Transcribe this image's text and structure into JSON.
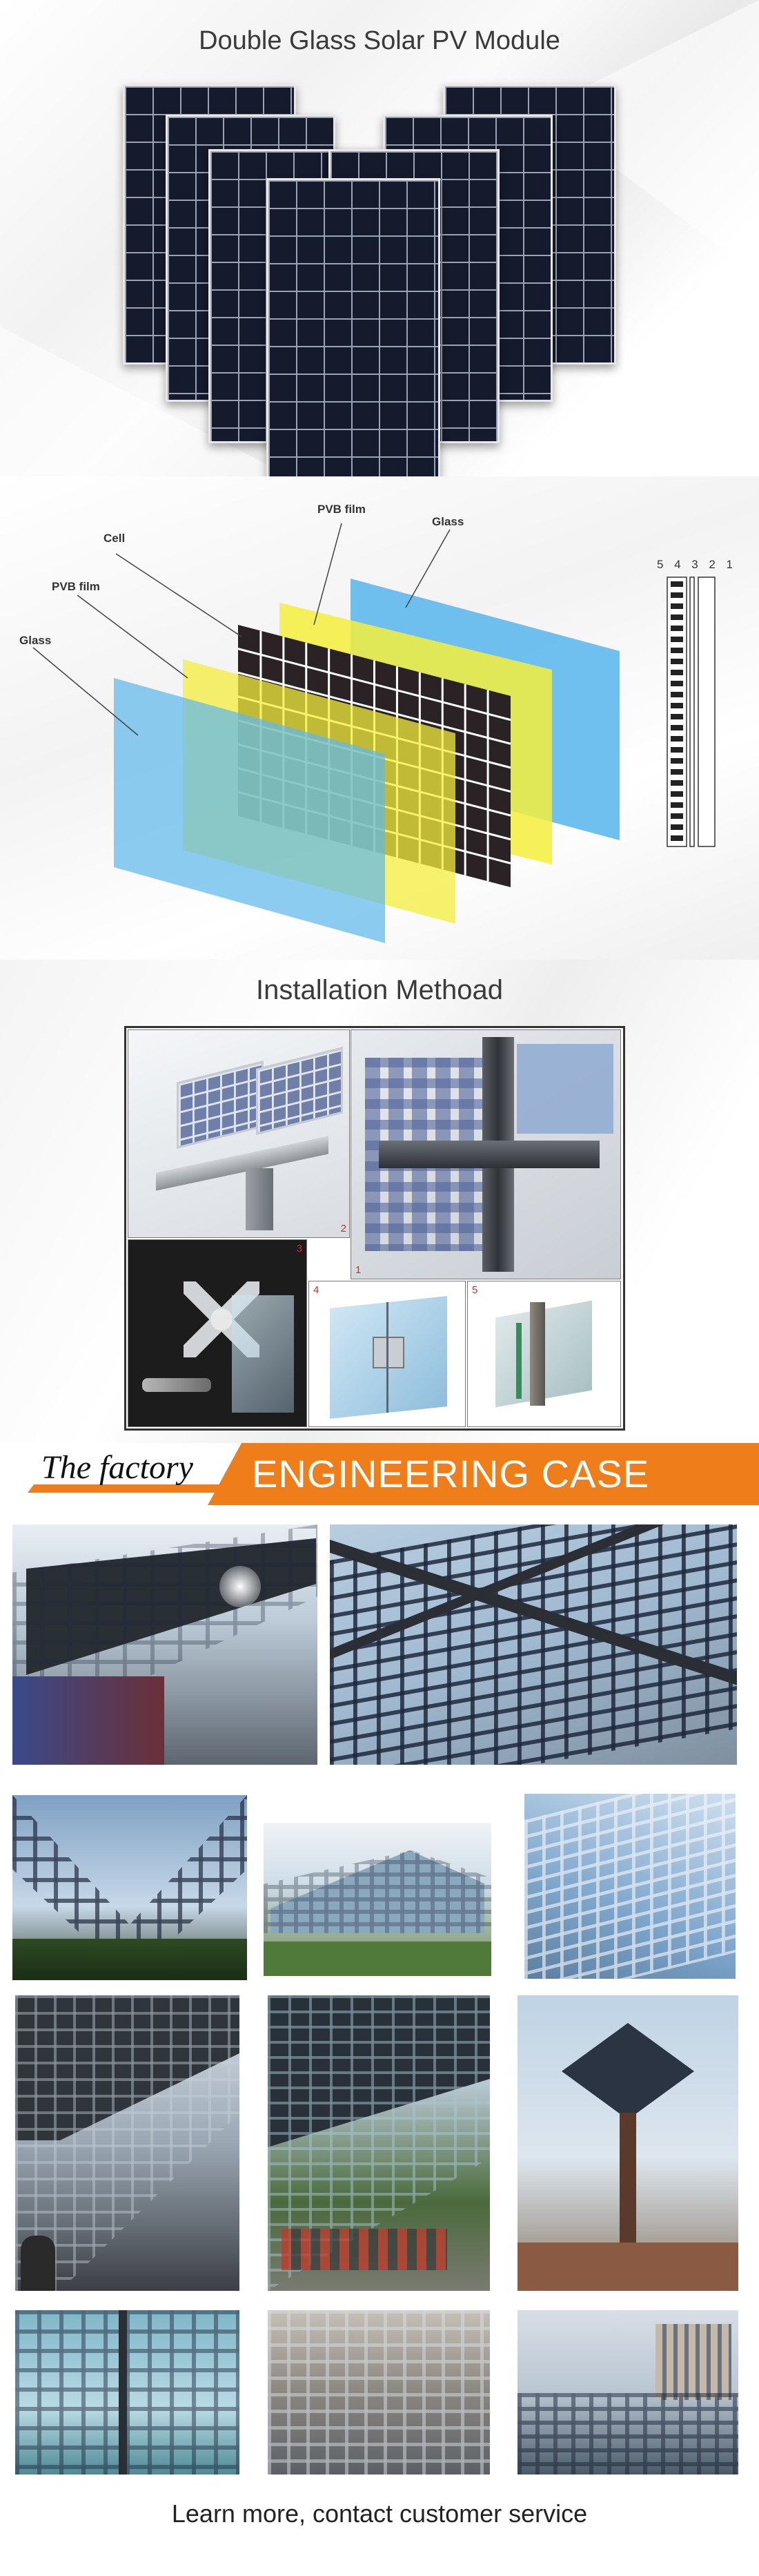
{
  "module_section": {
    "title": "Double Glass Solar PV Module"
  },
  "diagram": {
    "labels": {
      "cell": "Cell",
      "pvb_film_top": "PVB film",
      "glass_top": "Glass",
      "pvb_film_left": "PVB film",
      "glass_left": "Glass"
    },
    "layer_numbers": [
      "5",
      "4",
      "3",
      "2",
      "1"
    ],
    "colors": {
      "glass": "#5fb9ec",
      "pvb": "#f4ee3c",
      "cell": "#2b2225",
      "cell_grid": "#ffffff"
    }
  },
  "installation": {
    "title": "Installation Methoad",
    "numbers": [
      "1",
      "2",
      "3",
      "4",
      "5"
    ]
  },
  "banner": {
    "factory_text": "The factory",
    "case_text": "ENGINEERING CASE",
    "accent_color": "#ef7d1a"
  },
  "footer": {
    "text": "Learn more, contact customer service"
  }
}
